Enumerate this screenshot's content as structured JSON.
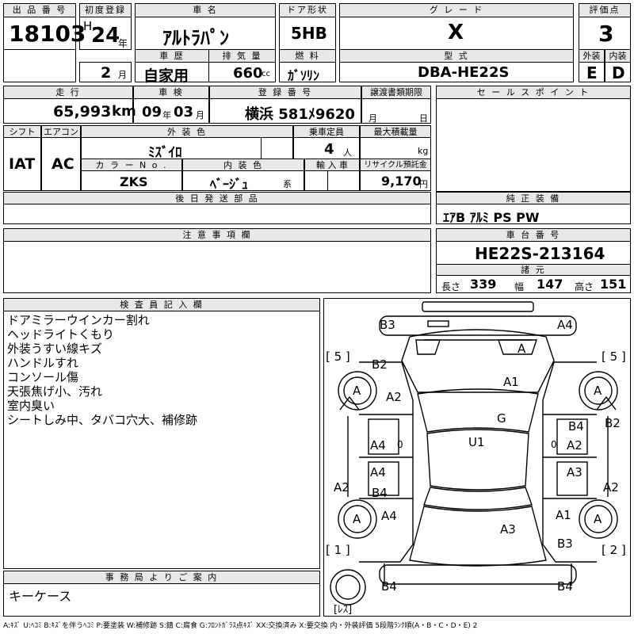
{
  "header": {
    "lot_label": "出 品 番 号",
    "lot_number": "18103",
    "first_reg_label": "初度登録",
    "era": "H",
    "first_reg_year": "24",
    "year_unit": "年",
    "first_reg_month": "2",
    "month_unit": "月",
    "name_label": "車 名",
    "car_name": "ｱﾙﾄﾗﾊﾟﾝ",
    "door_label": "ドア形状",
    "door_type": "5HB",
    "grade_label": "グ レ ー ド",
    "grade": "X",
    "score_label": "評価点",
    "score": "3",
    "history_label": "車 歴",
    "history": "自家用",
    "displacement_label": "排 気 量",
    "displacement": "660",
    "displacement_unit": "cc",
    "fuel_label": "燃 料",
    "fuel": "ｶﾞｿﾘﾝ",
    "model_label": "型 式",
    "model_code": "DBA-HE22S",
    "exterior_label": "外装",
    "exterior_grade": "E",
    "interior_label": "内装",
    "interior_grade": "D"
  },
  "row2": {
    "mileage_label": "走 行",
    "mileage": "65,993",
    "mileage_unit": "km",
    "inspection_label": "車 検",
    "insp_year": "09",
    "insp_year_unit": "年",
    "insp_month": "03",
    "insp_month_unit": "月",
    "plate_label": "登 録 番 号",
    "plate": "横浜 581ﾒ9620",
    "transfer_label": "譲渡書類期限",
    "transfer_month_unit": "月",
    "transfer_day_unit": "日",
    "sales_label": "セ ー ル ス ポ イ ン ト"
  },
  "row3": {
    "shift_label": "シフト",
    "shift": "IAT",
    "ac_label": "エアコン",
    "ac": "AC",
    "exterior_color_label": "外 装 色",
    "exterior_color": "ﾐｽﾞｲﾛ",
    "capacity_label": "乗車定員",
    "capacity": "4",
    "capacity_unit": "人",
    "max_load_label": "最大積載量",
    "max_load_unit": "kg",
    "color_no_label": "カ ラ ー N o .",
    "color_no": "ZKS",
    "interior_color_label": "内 装 色",
    "interior_color": "ﾍﾞｰｼﾞｭ",
    "interior_color_suffix": "系",
    "import_label": "輸 入 車",
    "recycle_label": "リサイクル預託金",
    "recycle": "9,170",
    "recycle_unit": "円"
  },
  "row4": {
    "later_parts_label": "後 日 発 送 部 品",
    "equipment_label": "純 正 装 備",
    "equipment": "ｴｱB ｱﾙﾐ PS PW"
  },
  "row5": {
    "notes_label": "注 意 事 項 欄",
    "chassis_label": "車 台 番 号",
    "chassis": "HE22S-213164",
    "spec_label": "諸 元",
    "length_label": "長さ",
    "length": "339",
    "width_label": "幅",
    "width": "147",
    "height_label": "高さ",
    "height": "151"
  },
  "inspector": {
    "label": "検 査 員 記 入 欄",
    "lines": [
      "ドアミラーウインカー割れ",
      "ヘッドライトくもり",
      "外装うすい線キズ",
      "ハンドルすれ",
      "コンソール傷",
      "天張焦げ小、汚れ",
      "室内臭い",
      "シートしみ中、タバコ穴大、補修跡"
    ]
  },
  "office": {
    "label": "事 務 局 よ り ご 案 内",
    "note": "キーケース"
  },
  "diagram": {
    "marks": {
      "b3_top": "B3",
      "a4_top": "A4",
      "a_front": "A",
      "br5_left": "[ 5 ]",
      "br5_right": "[ 5 ]",
      "b2_front": "B2",
      "a_wheel_fl": "A",
      "a_wheel_fr": "A",
      "a2_front": "A2",
      "a1_bonnet": "A1",
      "g_glass": "G",
      "b4_right_front": "B4",
      "b2_right": "B2",
      "a4_left": "A4",
      "zero_l1": "0",
      "u1_roof": "U1",
      "zero_r1": "0",
      "a2_right": "A2",
      "a4_left2": "A4",
      "b4_left": "B4",
      "a3_right": "A3",
      "a2_left_side": "A2",
      "a2_right_side": "A2",
      "a_wheel_rl": "A",
      "a4_rear_left": "A4",
      "a1_rear_right": "A1",
      "a_wheel_rr": "A",
      "a3_rear": "A3",
      "br1": "[ 1 ]",
      "br2": "[ 2 ]",
      "b3_rear": "B3",
      "b4_bottom_left": "B4",
      "b4_bottom_right": "B4",
      "spare": "[ﾚｽ]"
    }
  },
  "legend": "A:ｷｽﾞ U:ﾍｺﾐ B:ｷｽﾞを伴うﾍｺﾐ P:要塗装 W:補修跡 S:錆 C:腐食 G:ﾌﾛﾝﾄｶﾞﾗｽ点ｷｽﾞ XX:交換済み X:要交換 内・外装評価 5段階ﾗﾝｸ順(A・B・C・D・E) 2"
}
